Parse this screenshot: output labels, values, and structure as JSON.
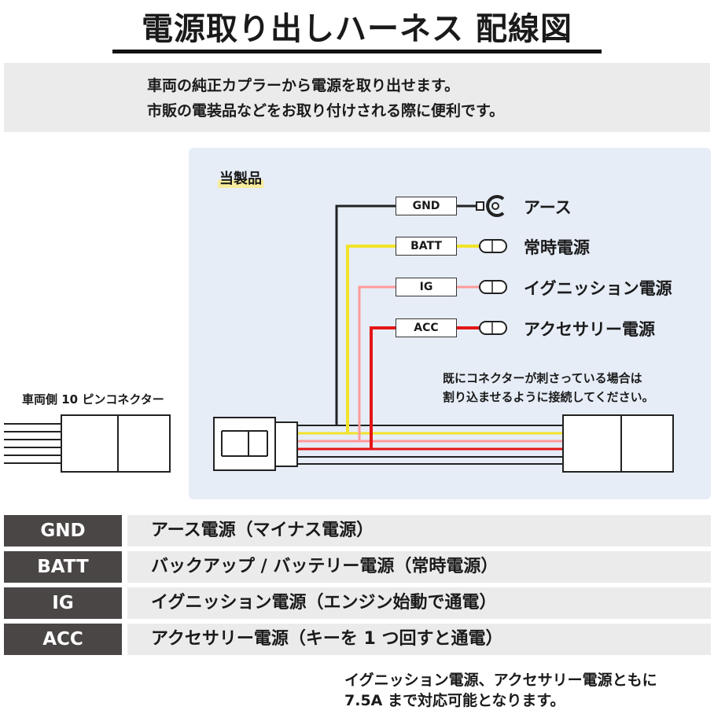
{
  "title": "電源取り出しハーネス 配線図",
  "intro": {
    "line1": "車両の純正カプラーから電源を取り出せます。",
    "line2": "市販の電装品などをお取り付けされる際に便利です。"
  },
  "diagram": {
    "product_label": "当製品",
    "connector_label": "車両側 10 ピンコネクター",
    "note_line1": "既にコネクターが刺さっている場合は",
    "note_line2": "割り込ませるように接続してください。",
    "wires": [
      {
        "tag": "GND",
        "label": "アース",
        "color": "#222222"
      },
      {
        "tag": "BATT",
        "label": "常時電源",
        "color": "#f2e32a"
      },
      {
        "tag": "IG",
        "label": "イグニッション電源",
        "color": "#ff9a9a"
      },
      {
        "tag": "ACC",
        "label": "アクセサリー電源",
        "color": "#e41515"
      }
    ]
  },
  "legend": [
    {
      "key": "GND",
      "desc": "アース電源（マイナス電源）"
    },
    {
      "key": "BATT",
      "desc": "バックアップ / バッテリー電源（常時電源）"
    },
    {
      "key": "IG",
      "desc": "イグニッション電源（エンジン始動で通電）"
    },
    {
      "key": "ACC",
      "desc": "アクセサリー電源（キーを 1 つ回すと通電）"
    }
  ],
  "footer": {
    "line1": "イグニッション電源、アクセサリー電源ともに",
    "line2": "7.5A まで対応可能となります。"
  }
}
